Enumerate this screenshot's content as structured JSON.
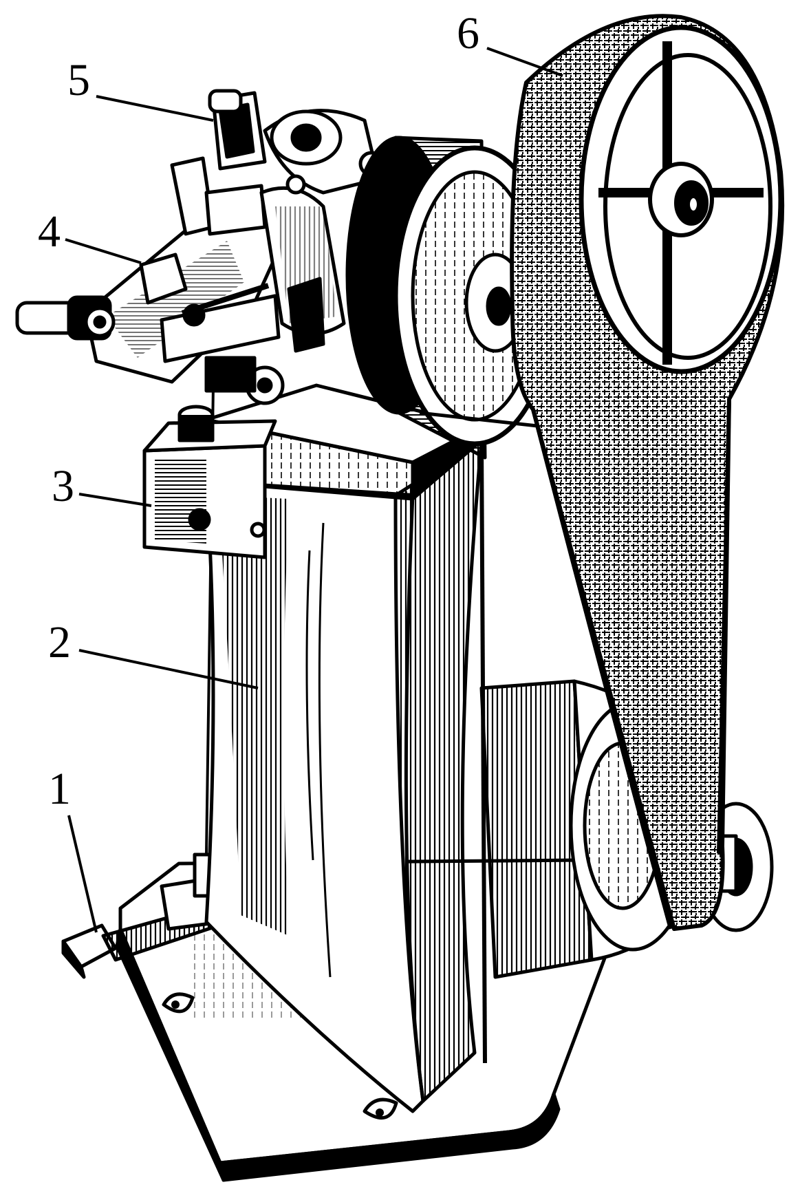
{
  "diagram": {
    "subject": "machine-line-drawing",
    "stroke_color": "#000000",
    "background_color": "#ffffff",
    "callouts": [
      {
        "id": "c1",
        "label": "1"
      },
      {
        "id": "c2",
        "label": "2"
      },
      {
        "id": "c3",
        "label": "3"
      },
      {
        "id": "c4",
        "label": "4"
      },
      {
        "id": "c5",
        "label": "5"
      },
      {
        "id": "c6",
        "label": "6"
      }
    ]
  }
}
